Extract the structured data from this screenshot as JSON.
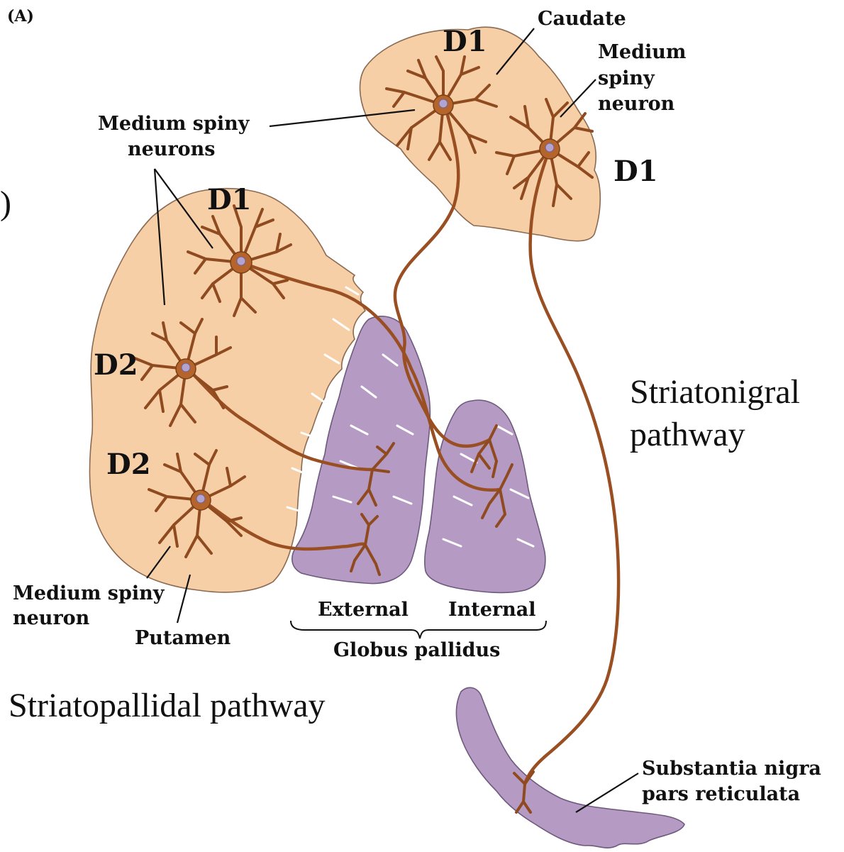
{
  "figure": {
    "panel_label": "(A)",
    "left_edge_glyph": ")"
  },
  "labels": {
    "caudate": "Caudate",
    "medium_spiny_neuron_caudate": [
      "Medium",
      "spiny",
      "neuron"
    ],
    "medium_spiny_neurons": [
      "Medium spiny",
      "neurons"
    ],
    "medium_spiny_neuron_putamen": [
      "Medium spiny",
      "neuron"
    ],
    "putamen": "Putamen",
    "external": "External",
    "internal": "Internal",
    "globus_pallidus": "Globus pallidus",
    "substantia_nigra": [
      "Substantia nigra",
      "pars reticulata"
    ],
    "receptor_d1_caudate_top": "D1",
    "receptor_d1_caudate_right": "D1",
    "receptor_d1_putamen": "D1",
    "receptor_d2_upper": "D2",
    "receptor_d2_lower": "D2",
    "striatonigral": [
      "Striatonigral",
      "pathway"
    ],
    "striatopallidal": "Striatopallidal pathway"
  },
  "colors": {
    "striatum_fill": "#f6cfa6",
    "pallidum_fill": "#b59ac4",
    "axon": "#9a4f22",
    "soma": "#b5652c",
    "nucleus": "#b3a3cf"
  }
}
